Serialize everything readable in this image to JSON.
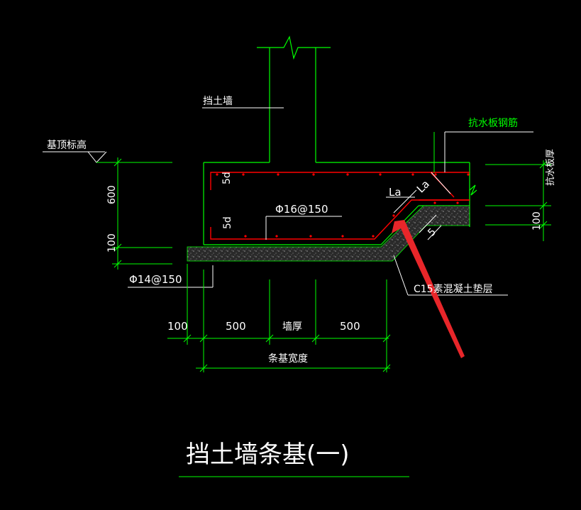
{
  "labels": {
    "retaining_wall": "挡土墙",
    "foundation_top_elevation": "基顶标高",
    "waterproof_slab_rebar": "抗水板钢筋",
    "waterproof_slab_thickness": "抗水板厚",
    "rebar_top": "Φ16@150",
    "rebar_bottom": "Φ14@150",
    "cushion_layer": "C15素混凝土垫层",
    "anchor_la_1": "La",
    "anchor_la_2": "La",
    "anchor_5d_top": "5d",
    "anchor_5d_bottom": "5d",
    "slope_5": "5",
    "title": "挡土墙条基(一)"
  },
  "dimensions": {
    "height_600": "600",
    "height_100_left": "100",
    "height_100_right": "100",
    "width_100": "100",
    "width_500_left": "500",
    "wall_thickness": "墙厚",
    "width_500_right": "500",
    "strip_width": "条基宽度"
  },
  "colors": {
    "background": "#000000",
    "structure": "#00ff00",
    "rebar": "#ff0000",
    "text": "#ffffff",
    "cushion_fill": "#555555",
    "arrow": "#e8262a"
  }
}
